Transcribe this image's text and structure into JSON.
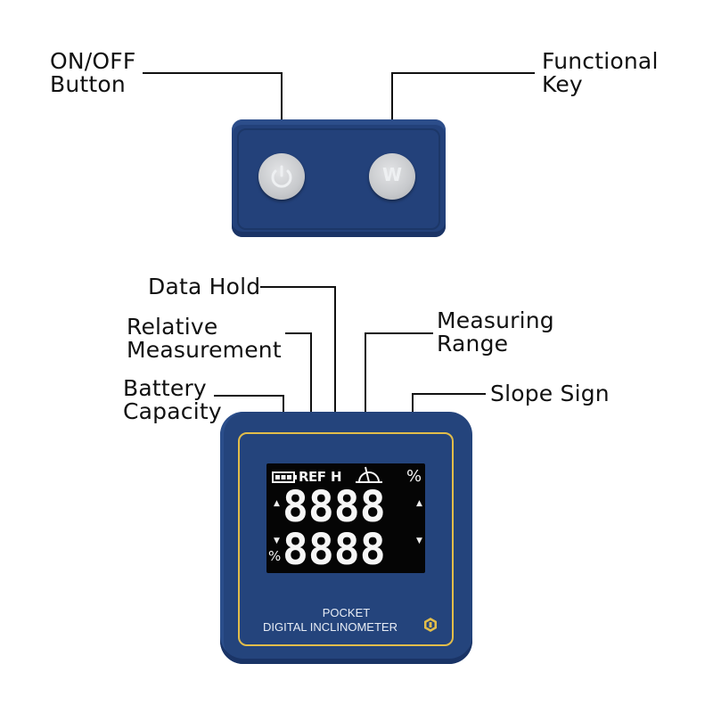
{
  "labels": {
    "on_off_button": [
      "ON/OFF",
      "Button"
    ],
    "functional_key": [
      "Functional",
      "Key"
    ],
    "data_hold": "Data Hold",
    "relative_measurement": [
      "Relative",
      "Measurement"
    ],
    "measuring_range": [
      "Measuring",
      "Range"
    ],
    "battery_capacity": [
      "Battery",
      "Capacity"
    ],
    "slope_sign": "Slope Sign"
  },
  "top_device": {
    "function_button_glyph": "W",
    "power_icon": "power-icon"
  },
  "display": {
    "ref": "REF",
    "hold": "H",
    "percent": "%",
    "percent_small": "%",
    "row1": "8888",
    "row2": "8888",
    "battery_icon": "battery-icon",
    "range_icon": "angle-range-icon"
  },
  "device_text": {
    "line1": "POCKET",
    "line2": "DIGITAL INCLINOMETER"
  },
  "colors": {
    "device_blue": "#24447c",
    "gold_border": "#e2bd4a",
    "button_grey": "#c7c9cc",
    "lcd_black": "#050505"
  }
}
